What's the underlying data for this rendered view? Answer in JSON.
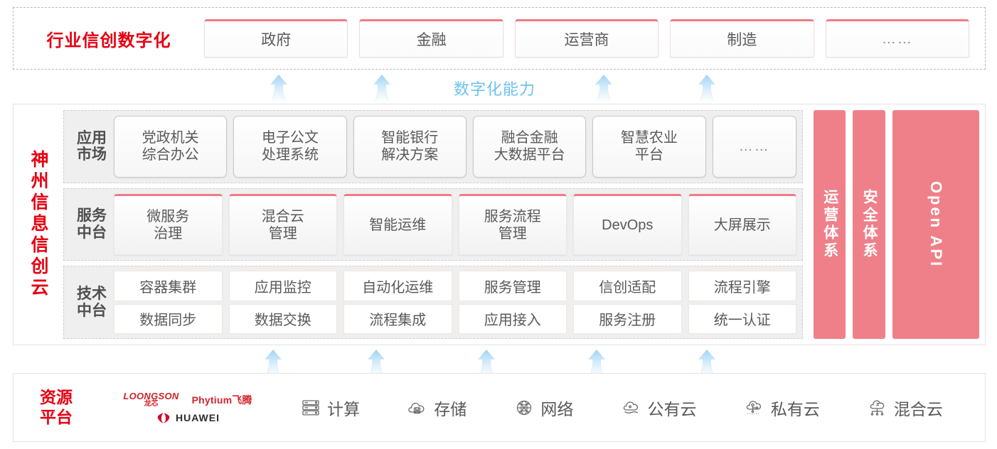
{
  "industry": {
    "title": "行业信创数字化",
    "cards": [
      {
        "label": "政府"
      },
      {
        "label": "金融"
      },
      {
        "label": "运营商"
      },
      {
        "label": "制造"
      },
      {
        "label": "……"
      }
    ]
  },
  "capability": {
    "label": "数字化能力",
    "arrow_count_top": 4,
    "arrow_count_bottom": 5,
    "arrow_color": "#bfe2f7"
  },
  "cloud": {
    "title": "神州信息信创云",
    "rows": [
      {
        "label": "应用市场",
        "cards": [
          {
            "label": "党政机关\n综合办公"
          },
          {
            "label": "电子公文\n处理系统"
          },
          {
            "label": "智能银行\n解决方案"
          },
          {
            "label": "融合金融\n大数据平台"
          },
          {
            "label": "智慧农业\n平台"
          },
          {
            "label": "……"
          }
        ]
      },
      {
        "label": "服务中台",
        "cards": [
          {
            "label": "微服务\n治理"
          },
          {
            "label": "混合云\n管理"
          },
          {
            "label": "智能运维"
          },
          {
            "label": "服务流程\n管理"
          },
          {
            "label": "DevOps"
          },
          {
            "label": "大屏展示"
          }
        ]
      },
      {
        "label": "技术中台",
        "grid": [
          [
            "容器集群",
            "应用监控",
            "自动化运维",
            "服务管理",
            "信创适配",
            "流程引擎"
          ],
          [
            "数据同步",
            "数据交换",
            "流程集成",
            "应用接入",
            "服务注册",
            "统一认证"
          ]
        ]
      }
    ],
    "pillars": [
      {
        "label": "运营体系",
        "type": "cn"
      },
      {
        "label": "安全体系",
        "type": "cn"
      },
      {
        "label": "Open API",
        "type": "en"
      }
    ],
    "pillar_color": "#ef8089"
  },
  "resource": {
    "title": "资源\n平台",
    "logos": [
      {
        "name": "loongson-logo",
        "en": "LOONGSON",
        "cn": "龙芯"
      },
      {
        "name": "phytium-logo",
        "text": "Phytium飞腾"
      },
      {
        "name": "huawei-logo",
        "text": "HUAWEI"
      }
    ],
    "items": [
      {
        "icon": "server-rack-icon",
        "label": "计算"
      },
      {
        "icon": "cloud-storage-icon",
        "label": "存储"
      },
      {
        "icon": "network-globe-icon",
        "label": "网络"
      },
      {
        "icon": "public-cloud-icon",
        "label": "公有云"
      },
      {
        "icon": "private-cloud-icon",
        "label": "私有云"
      },
      {
        "icon": "hybrid-cloud-icon",
        "label": "混合云"
      }
    ]
  },
  "colors": {
    "brand_red": "#e60012",
    "accent_pink": "#ef7b84",
    "arrow_blue": "#bfe2f7",
    "capability_blue": "#6ec1ef"
  }
}
